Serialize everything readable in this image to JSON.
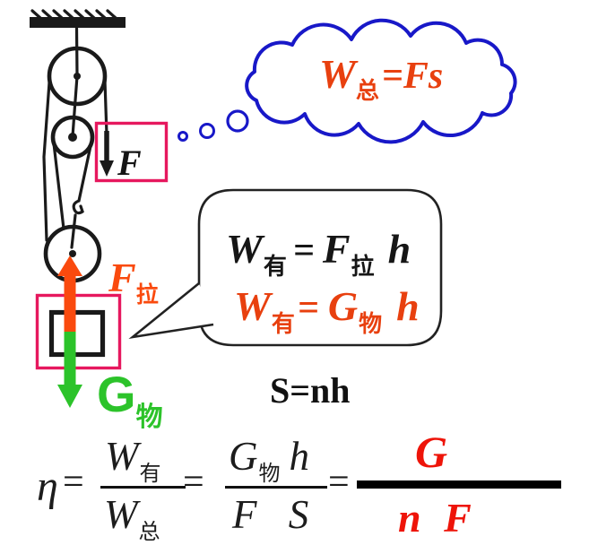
{
  "colors": {
    "cloud_blue": "#1818c8",
    "formula_orange": "#e8400f",
    "formula_red": "#ee1409",
    "highlight_pink": "#e6185e",
    "arrow_red": "#fa4a0e",
    "arrow_green": "#2cc32a"
  },
  "cloud_formula": {
    "base": "W",
    "sub": "总",
    "rest": "=Fs"
  },
  "diagram_labels": {
    "rope_force": "F",
    "pull_force_base": "F",
    "pull_force_sub": "拉",
    "weight_base": "G",
    "weight_sub": "物"
  },
  "bubble_formulas": {
    "line1": {
      "lhs_base": "W",
      "lhs_sub": "有",
      "eq": "=",
      "rhs_base": "F",
      "rhs_sub": "拉",
      "rhs_var": "h"
    },
    "line2": {
      "lhs_base": "W",
      "lhs_sub": "有",
      "eq": "=",
      "rhs_base": "G",
      "rhs_sub": "物",
      "rhs_var": "h"
    }
  },
  "distance_equation": "S=nh",
  "efficiency_equation": {
    "eta": "η",
    "eq1": "=",
    "frac1_num_base": "W",
    "frac1_num_sub": "有",
    "frac1_den_base": "W",
    "frac1_den_sub": "总",
    "eq2": "=",
    "frac2_num_base": "G",
    "frac2_num_sub": "物",
    "frac2_num_var": "h",
    "frac2_den": "F S",
    "eq3": "=",
    "frac3_num": "G",
    "frac3_den": "n F"
  }
}
